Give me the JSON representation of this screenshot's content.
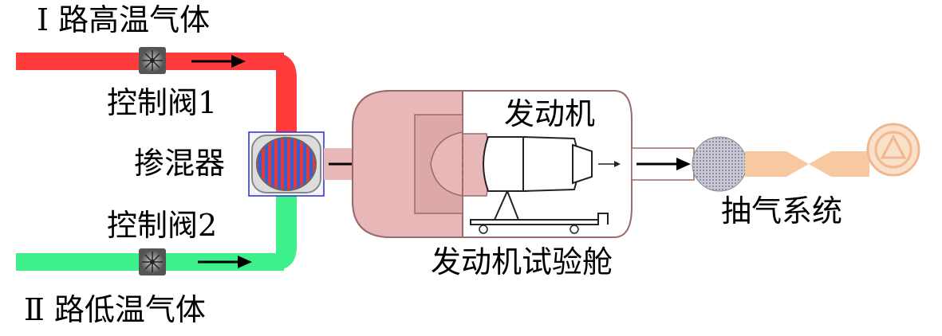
{
  "labels": {
    "hot_gas": "Ⅰ 路高温气体",
    "valve1": "控制阀1",
    "mixer": "掺混器",
    "valve2": "控制阀2",
    "cold_gas": "Ⅱ 路低温气体",
    "engine": "发动机",
    "test_cell": "发动机试验舱",
    "exhaust": "抽气系统"
  },
  "colors": {
    "hot_pipe": "#ff3b3b",
    "cold_pipe": "#3ef08a",
    "cell_fill": "#e8b8b8",
    "cell_stroke": "#9b6a6a",
    "exhaust_orange": "#f8c8a0",
    "mixer_border": "#2a2adb"
  }
}
